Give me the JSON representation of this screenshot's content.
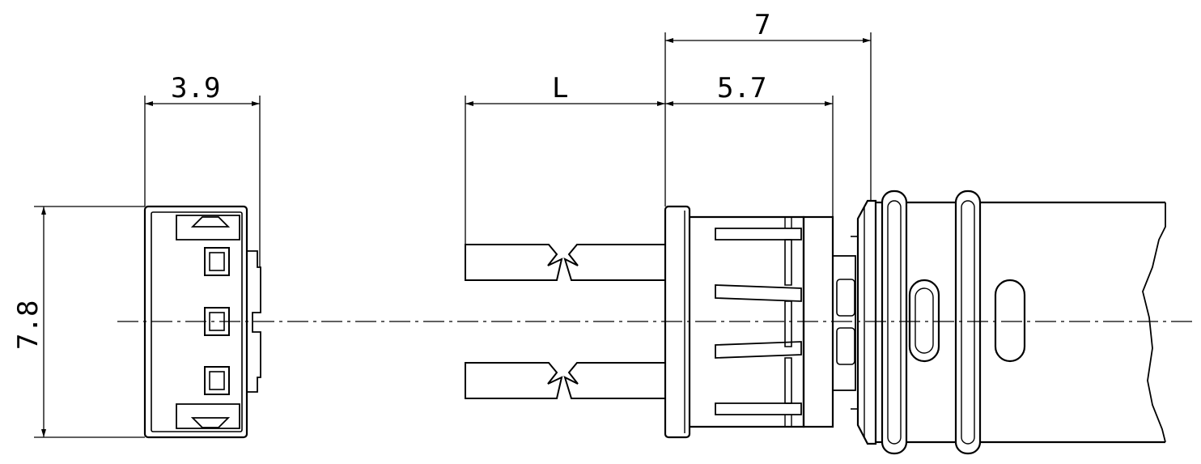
{
  "dimensions": {
    "side_width": "3.9",
    "side_height": "7.8",
    "wire_length": "L",
    "housing_length": "5.7",
    "total_length": "7"
  },
  "colors": {
    "line": "#000000",
    "background": "#ffffff"
  }
}
